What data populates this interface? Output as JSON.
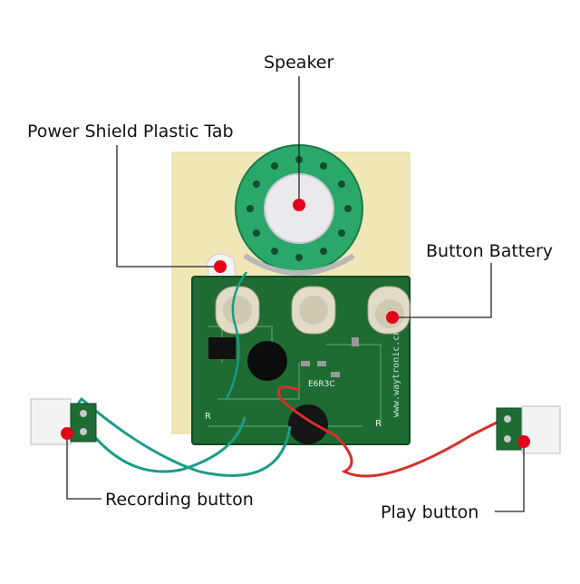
{
  "colors": {
    "background": "#ffffff",
    "paper_backing": "#f1e7b6",
    "pcb": "#1f6b34",
    "speaker_ring": "#2aa86a",
    "marker": "#e3001b",
    "wire_teal": "#1a9c86",
    "wire_red": "#d9302c",
    "leader": "#222222"
  },
  "labels": {
    "speaker": "Speaker",
    "power_tab": "Power Shield Plastic Tab",
    "button_battery": "Button Battery",
    "recording_button": "Recording button",
    "play_button": "Play button"
  },
  "pcb_text": {
    "website": "www.waytronic.cn",
    "chip_code": "E6R3C",
    "left_R": "R",
    "right_R": "R"
  }
}
